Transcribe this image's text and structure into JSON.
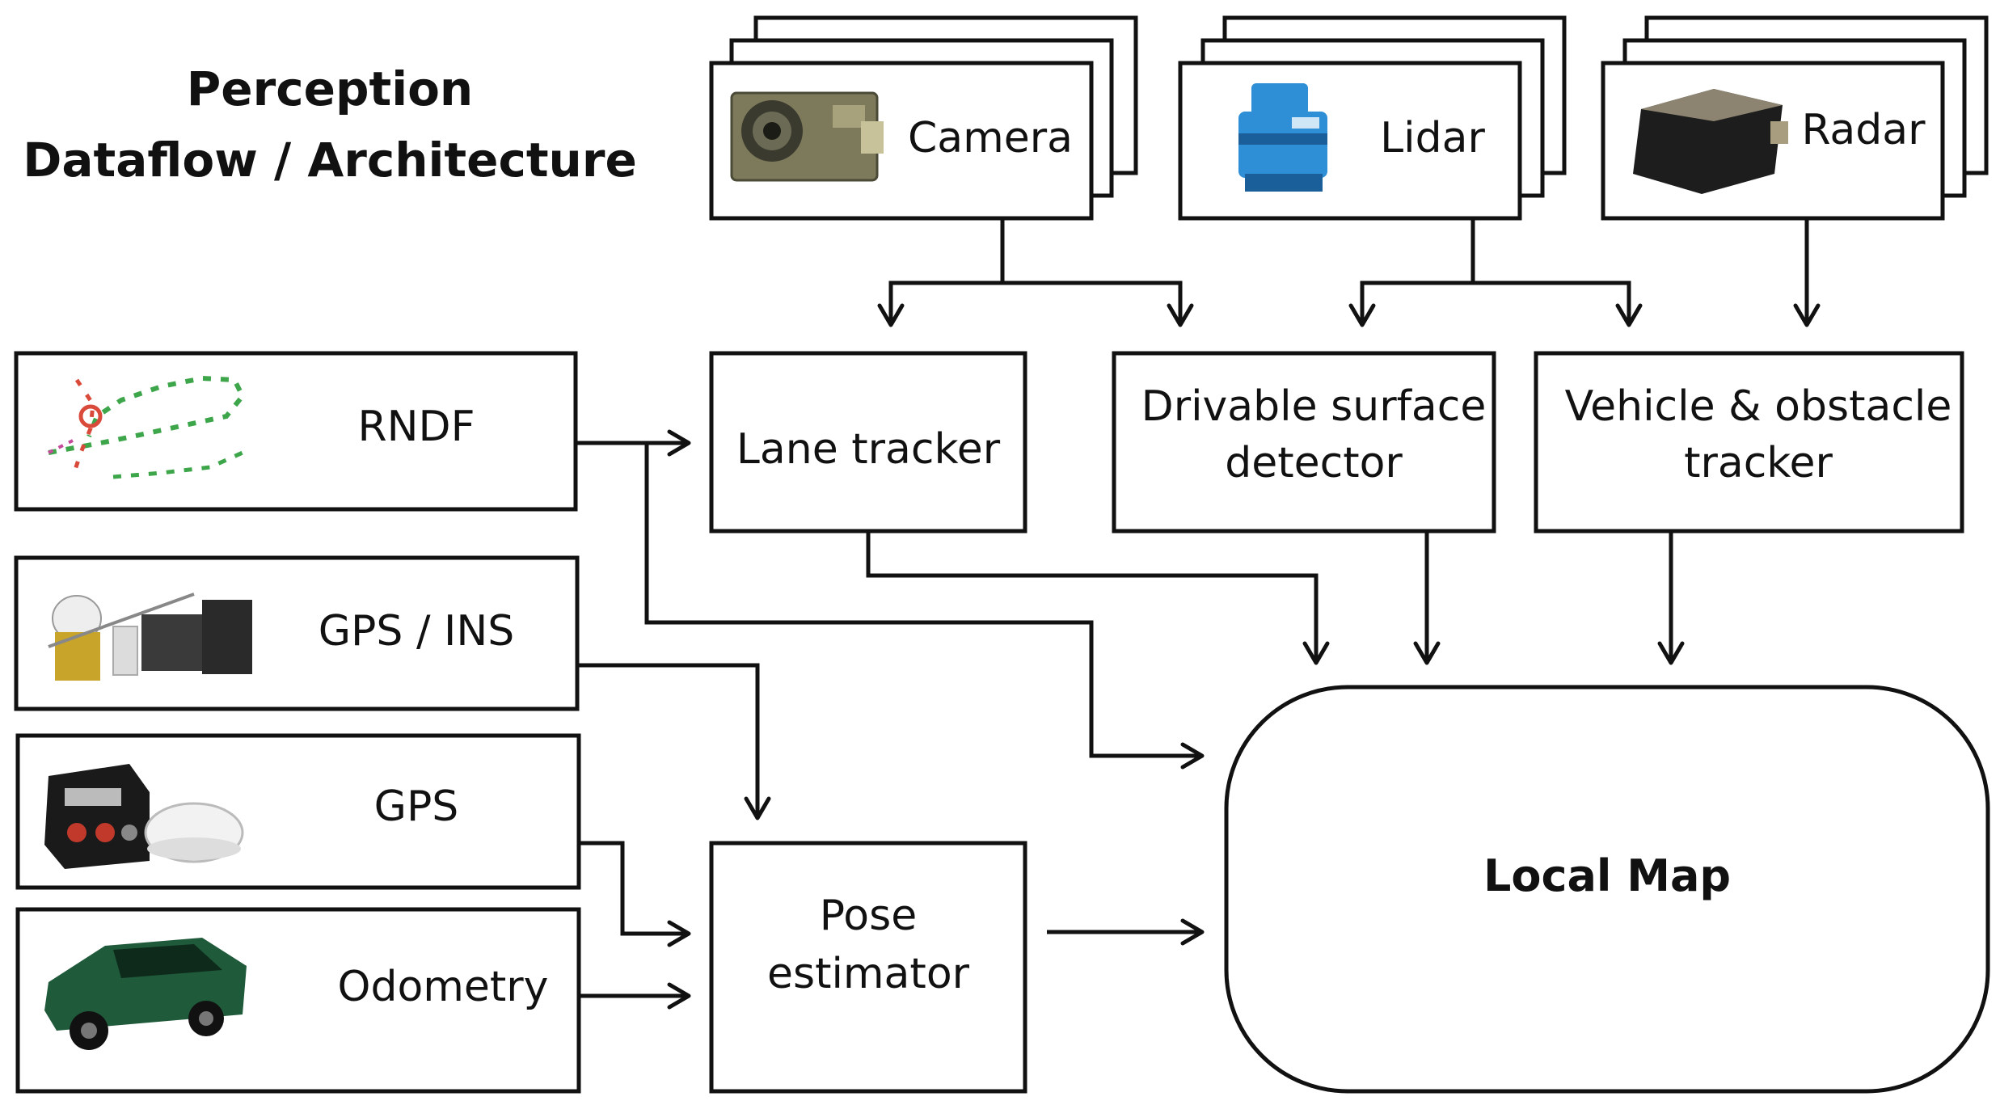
{
  "title": {
    "line1": "Perception",
    "line2": "Dataflow / Architecture"
  },
  "sensors": {
    "camera": {
      "label": "Camera",
      "icon": "camera-icon"
    },
    "lidar": {
      "label": "Lidar",
      "icon": "lidar-icon"
    },
    "radar": {
      "label": "Radar",
      "icon": "radar-icon"
    }
  },
  "inputs": {
    "rndf": {
      "label": "RNDF",
      "icon": "road-network-icon"
    },
    "gps_ins": {
      "label": "GPS / INS",
      "icon": "gps-ins-equipment-icon"
    },
    "gps": {
      "label": "GPS",
      "icon": "gps-receiver-icon"
    },
    "odometry": {
      "label": "Odometry",
      "icon": "vehicle-icon"
    }
  },
  "processors": {
    "lane_tracker": {
      "label": "Lane tracker"
    },
    "drivable_surface": {
      "line1": "Drivable surface",
      "line2": "detector"
    },
    "vehicle_tracker": {
      "line1": "Vehicle & obstacle",
      "line2": "tracker"
    },
    "pose_estimator": {
      "line1": "Pose",
      "line2": "estimator"
    }
  },
  "output": {
    "local_map": {
      "label": "Local Map"
    }
  },
  "colors": {
    "stroke": "#111111",
    "background": "#ffffff",
    "lidar_blue": "#2f8fd6",
    "vehicle_green": "#1f5a3a"
  }
}
